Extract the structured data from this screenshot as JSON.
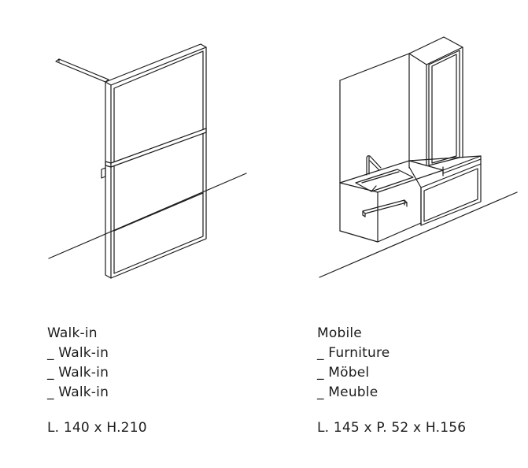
{
  "products": [
    {
      "name": "Walk-in",
      "translations": [
        "_ Walk-in",
        "_ Walk-in",
        "_ Walk-in"
      ],
      "dimensions": "L. 140 x H.210",
      "drawing_icon": "walk-in-shower-panel-drawing"
    },
    {
      "name": "Mobile",
      "translations": [
        "_ Furniture",
        "_ Möbel",
        "_ Meuble"
      ],
      "dimensions": "L. 145 x P. 52 x H.156",
      "drawing_icon": "bathroom-vanity-furniture-drawing"
    }
  ],
  "colors": {
    "line": "#1c1c1c",
    "background": "#ffffff"
  }
}
